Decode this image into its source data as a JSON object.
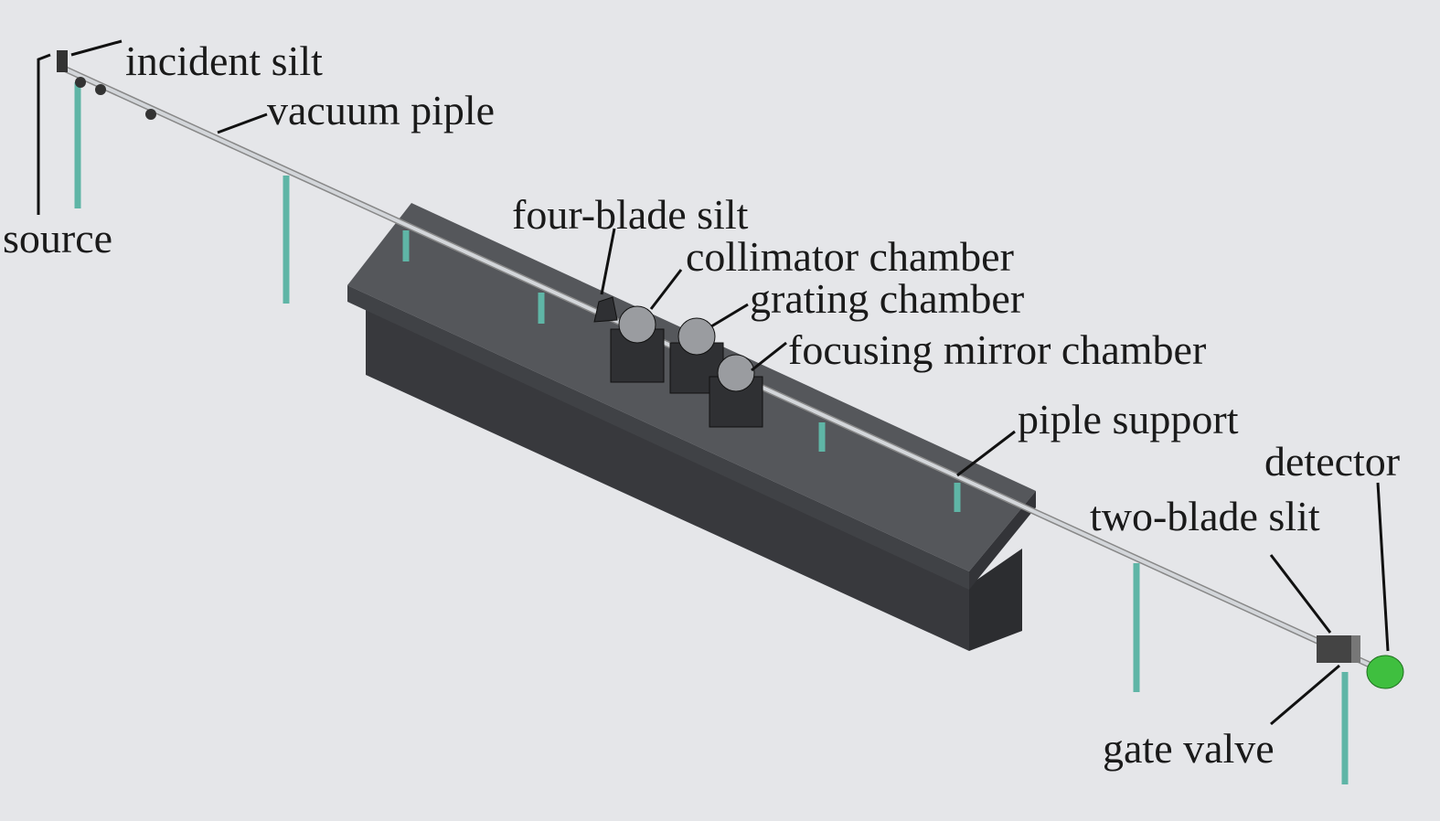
{
  "labels": {
    "incident_slit": "incident silt",
    "vacuum_pipe": "vacuum piple",
    "source": "source",
    "four_blade_slit": "four-blade silt",
    "collimator_chamber": "collimator chamber",
    "grating_chamber": "grating chamber",
    "focusing_mirror_chamber": "focusing mirror chamber",
    "pipe_support": "piple support",
    "detector": "detector",
    "two_blade_slit": "two-blade slit",
    "gate_valve": "gate valve"
  },
  "colors": {
    "background": "#e5e6e9",
    "table_top": "#4a4c50",
    "table_front": "#3a3c40",
    "support": "#5fb5a6",
    "detector": "#3fbf3f",
    "pipe": "#c9ccd1"
  }
}
